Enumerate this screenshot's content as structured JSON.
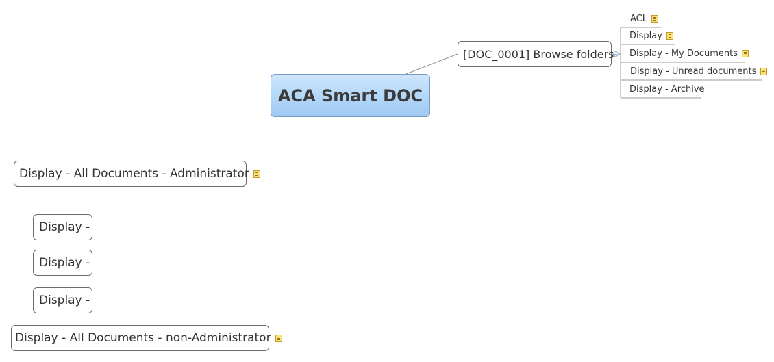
{
  "central_topic": {
    "label": "ACA Smart DOC"
  },
  "main_topic": {
    "label": "[DOC_0001] Browse folders",
    "subtopics": [
      {
        "label": "ACL",
        "has_note": true
      },
      {
        "label": "Display",
        "has_note": true
      },
      {
        "label": "Display - My Documents",
        "has_note": true
      },
      {
        "label": "Display - Unread documents",
        "has_note": true
      },
      {
        "label": "Display - Archive",
        "has_note": false
      }
    ]
  },
  "floating_topics": [
    {
      "label": "Display - All Documents - Administrator",
      "has_note": true
    },
    {
      "label": "Display -",
      "has_note": false
    },
    {
      "label": "Display -",
      "has_note": false
    },
    {
      "label": "Display -",
      "has_note": false
    },
    {
      "label": "Display - All Documents - non-Administrator",
      "has_note": true
    }
  ],
  "icons": {
    "note": "note-icon",
    "collapse": "collapse-icon"
  }
}
